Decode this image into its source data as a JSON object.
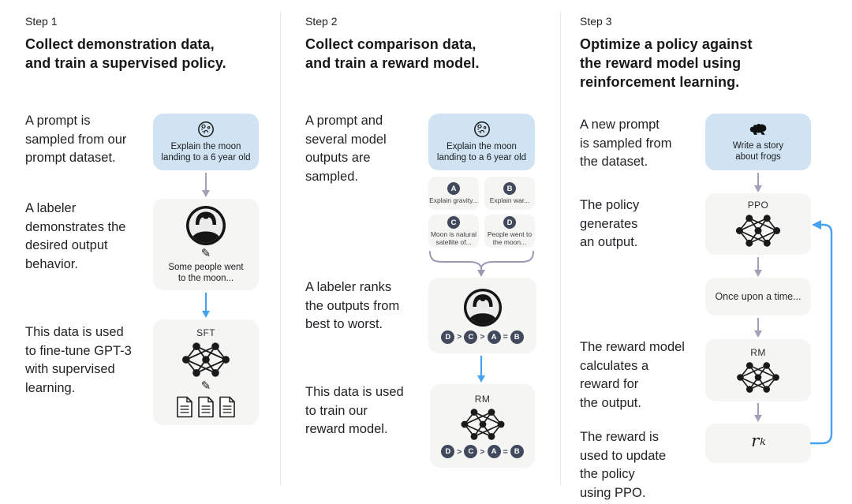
{
  "colors": {
    "prompt_box_blue": "#cfe3f3",
    "flow_box_gray": "#f5f5f3",
    "badge_dark": "#414a5c",
    "arrow_gray": "#a0a0b6",
    "arrow_blue": "#47a1f0",
    "divider_gray": "#e9e9e7",
    "text_dark": "#1f2124"
  },
  "icons": {
    "pencil_glyph": "✎",
    "prompt_step1_2": "moon-icon",
    "prompt_step3": "frog-icon",
    "labeler": "labeler-avatar-icon",
    "model": "neural-network-icon",
    "data": "document-icon"
  },
  "step1": {
    "label": "Step 1",
    "title": "Collect demonstration data,\nand train a supervised policy.",
    "caption_prompt": "A prompt is\nsampled from our\nprompt dataset.",
    "caption_labeler": "A labeler\ndemonstrates the\ndesired output\nbehavior.",
    "caption_data": "This data is used\nto fine-tune GPT-3\nwith supervised\nlearning.",
    "prompt_text": "Explain the moon\nlanding to a 6 year old",
    "labeler_output": "Some people went\nto the moon...",
    "model_label": "SFT"
  },
  "step2": {
    "label": "Step 2",
    "title": "Collect comparison data,\nand train a reward model.",
    "caption_prompt": "A prompt and\nseveral model\noutputs are\nsampled.",
    "caption_rank": "A labeler ranks\nthe outputs from\nbest to worst.",
    "caption_data": "This data is used\nto train our\nreward model.",
    "prompt_text": "Explain the moon\nlanding to a 6 year old",
    "outputs": [
      {
        "id": "A",
        "text": "Explain gravity..."
      },
      {
        "id": "B",
        "text": "Explain war..."
      },
      {
        "id": "C",
        "text": "Moon is natural\nsatellite of..."
      },
      {
        "id": "D",
        "text": "People went to\nthe moon..."
      }
    ],
    "ranking": {
      "r1": "D",
      "s1": ">",
      "r2": "C",
      "s2": ">",
      "r3": "A",
      "s3": "=",
      "r4": "B"
    },
    "model_label": "RM"
  },
  "step3": {
    "label": "Step 3",
    "title": "Optimize a policy against\nthe reward model using\nreinforcement learning.",
    "caption_prompt": "A new prompt\nis sampled from\nthe dataset.",
    "caption_policy": "The policy\ngenerates\nan output.",
    "caption_reward": "The reward model\ncalculates a\nreward for\nthe output.",
    "caption_update": "The reward is\nused to update\nthe policy\nusing PPO.",
    "prompt_text": "Write a story\nabout frogs",
    "policy_label": "PPO",
    "output_text": "Once upon a time...",
    "rm_label": "RM",
    "reward_symbol": "r",
    "reward_subscript": "k"
  }
}
